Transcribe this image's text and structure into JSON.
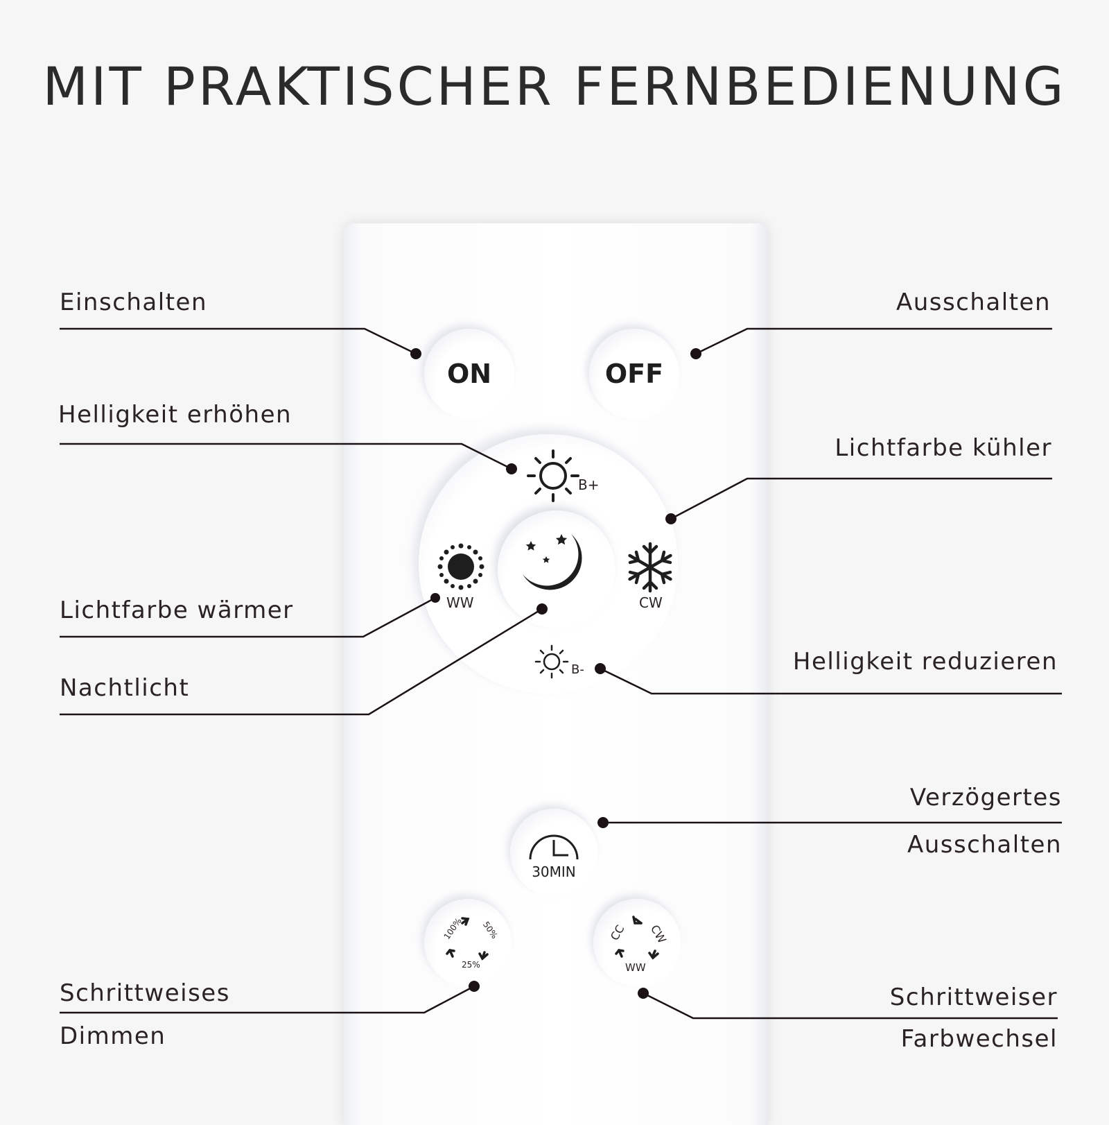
{
  "title": "MIT PRAKTISCHER FERNBEDIENUNG",
  "buttons": {
    "on": "ON",
    "off": "OFF",
    "b_plus": "B+",
    "b_minus": "B-",
    "ww": "WW",
    "cw": "CW",
    "timer": "30MIN",
    "dim_levels": [
      "100%",
      "50%",
      "25%"
    ],
    "color_modes": [
      "CC",
      "CW",
      "WW"
    ]
  },
  "labels": {
    "einschalten": "Einschalten",
    "ausschalten": "Ausschalten",
    "helligkeit_erhoehen": "Helligkeit erhöhen",
    "lichtfarbe_kuehler": "Lichtfarbe kühler",
    "lichtfarbe_waermer": "Lichtfarbe wärmer",
    "nachtlicht": "Nachtlicht",
    "helligkeit_reduzieren": "Helligkeit reduzieren",
    "verzoegertes_1": "Verzögertes",
    "verzoegertes_2": "Ausschalten",
    "dimmen_1": "Schrittweises",
    "dimmen_2": "Dimmen",
    "farbwechsel_1": "Schrittweiser",
    "farbwechsel_2": "Farbwechsel"
  },
  "colors": {
    "background": "#f6f6f6",
    "text": "#2a2224",
    "line": "#1a1214",
    "remote": "#ffffff"
  }
}
